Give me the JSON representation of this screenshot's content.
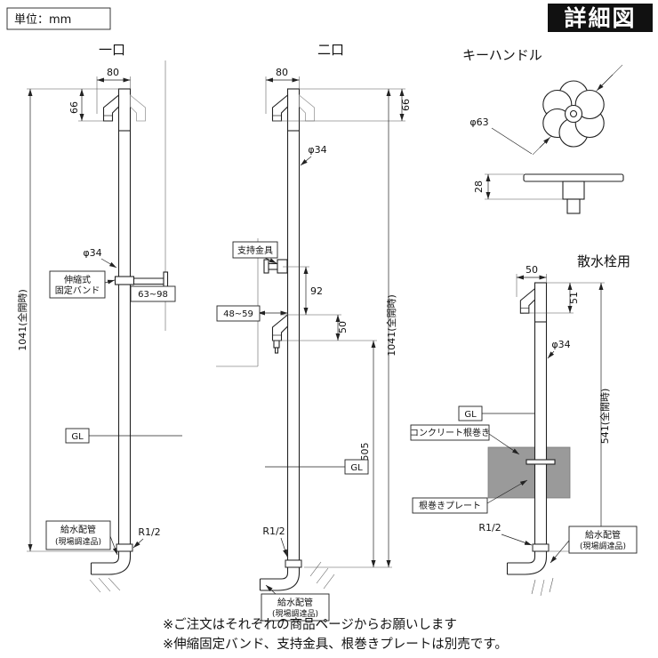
{
  "header": {
    "unit_label": "単位：mm",
    "title": "詳細図"
  },
  "colors": {
    "title_bg": "#111111",
    "note_red": "#e60012",
    "concrete_gray": "#9a9a9a"
  },
  "single_tap": {
    "label": "一口",
    "dim_width": "80",
    "dim_spout": "66",
    "dim_dia": "φ34",
    "band_line1": "伸縮式",
    "band_line2": "固定バンド",
    "dim_band": "63~98",
    "dim_height": "1041(全開時)",
    "gl": "GL",
    "thread": "R1/2",
    "pipe_line1": "給水配管",
    "pipe_line2": "(現場調達品)"
  },
  "double_tap": {
    "label": "二口",
    "dim_width": "80",
    "dim_spout": "66",
    "dim_dia": "φ34",
    "bracket_label": "支持金具",
    "dim_gap": "48~59",
    "dim_pitch": "92",
    "dim_tap": "50",
    "dim_height": "1041(全開時)",
    "dim_lower": "505",
    "gl": "GL",
    "thread": "R1/2",
    "pipe_line1": "給水配管",
    "pipe_line2": "(現場調達品)"
  },
  "sprinkler": {
    "label": "散水栓用",
    "dim_width": "50",
    "dim_spout": "51",
    "dim_dia": "φ34",
    "dim_height": "541(全開時)",
    "gl": "GL",
    "concrete_label": "コンクリート根巻き",
    "plate_label": "根巻きプレート",
    "thread": "R1/2",
    "pipe_line1": "給水配管",
    "pipe_line2": "(現場調達品)"
  },
  "key_handle": {
    "label": "キーハンドル",
    "dim_dia": "φ63",
    "dim_thickness": "28"
  },
  "footnotes": {
    "line1": "※ご注文はそれぞれの商品ページからお願いします",
    "line2": "※伸縮固定バンド、支持金具、根巻きプレートは別売です。"
  }
}
